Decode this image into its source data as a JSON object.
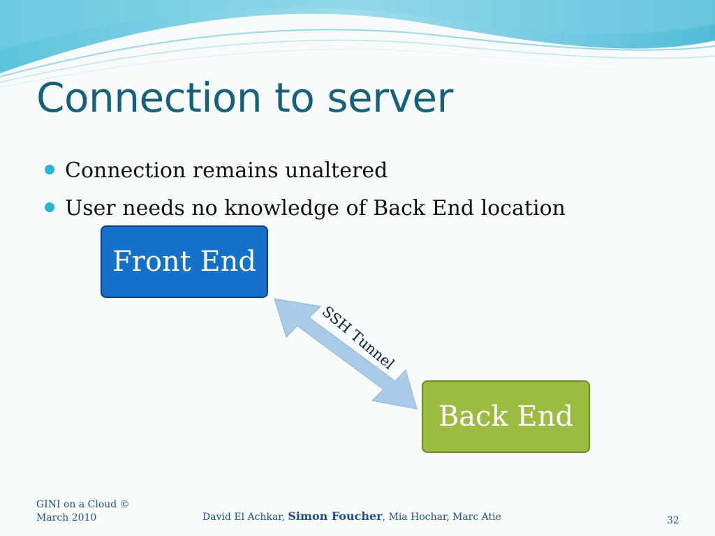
{
  "slide": {
    "title": "Connection to server",
    "bullets": [
      "Connection remains unaltered",
      "User needs no knowledge of Back End location"
    ],
    "diagram": {
      "front_end": "Front End",
      "back_end": "Back End",
      "connector_label": "SSH Tunnel"
    },
    "footer": {
      "left_line1": "GINI on a Cloud ©",
      "left_line2": "March 2010",
      "authors_before": "David El Achkar, ",
      "authors_emphasis": "Simon Foucher",
      "authors_after": ", Mia Hochar, Marc Atie",
      "page_number": "32"
    }
  },
  "colors": {
    "title": "#17607a",
    "bullet_marker": "#27b7d4",
    "front_end_fill": "#1470c8",
    "back_end_fill": "#9bbb41",
    "tunnel_arrow": "#a9cbe8",
    "footer_text": "#1a4f8f"
  }
}
